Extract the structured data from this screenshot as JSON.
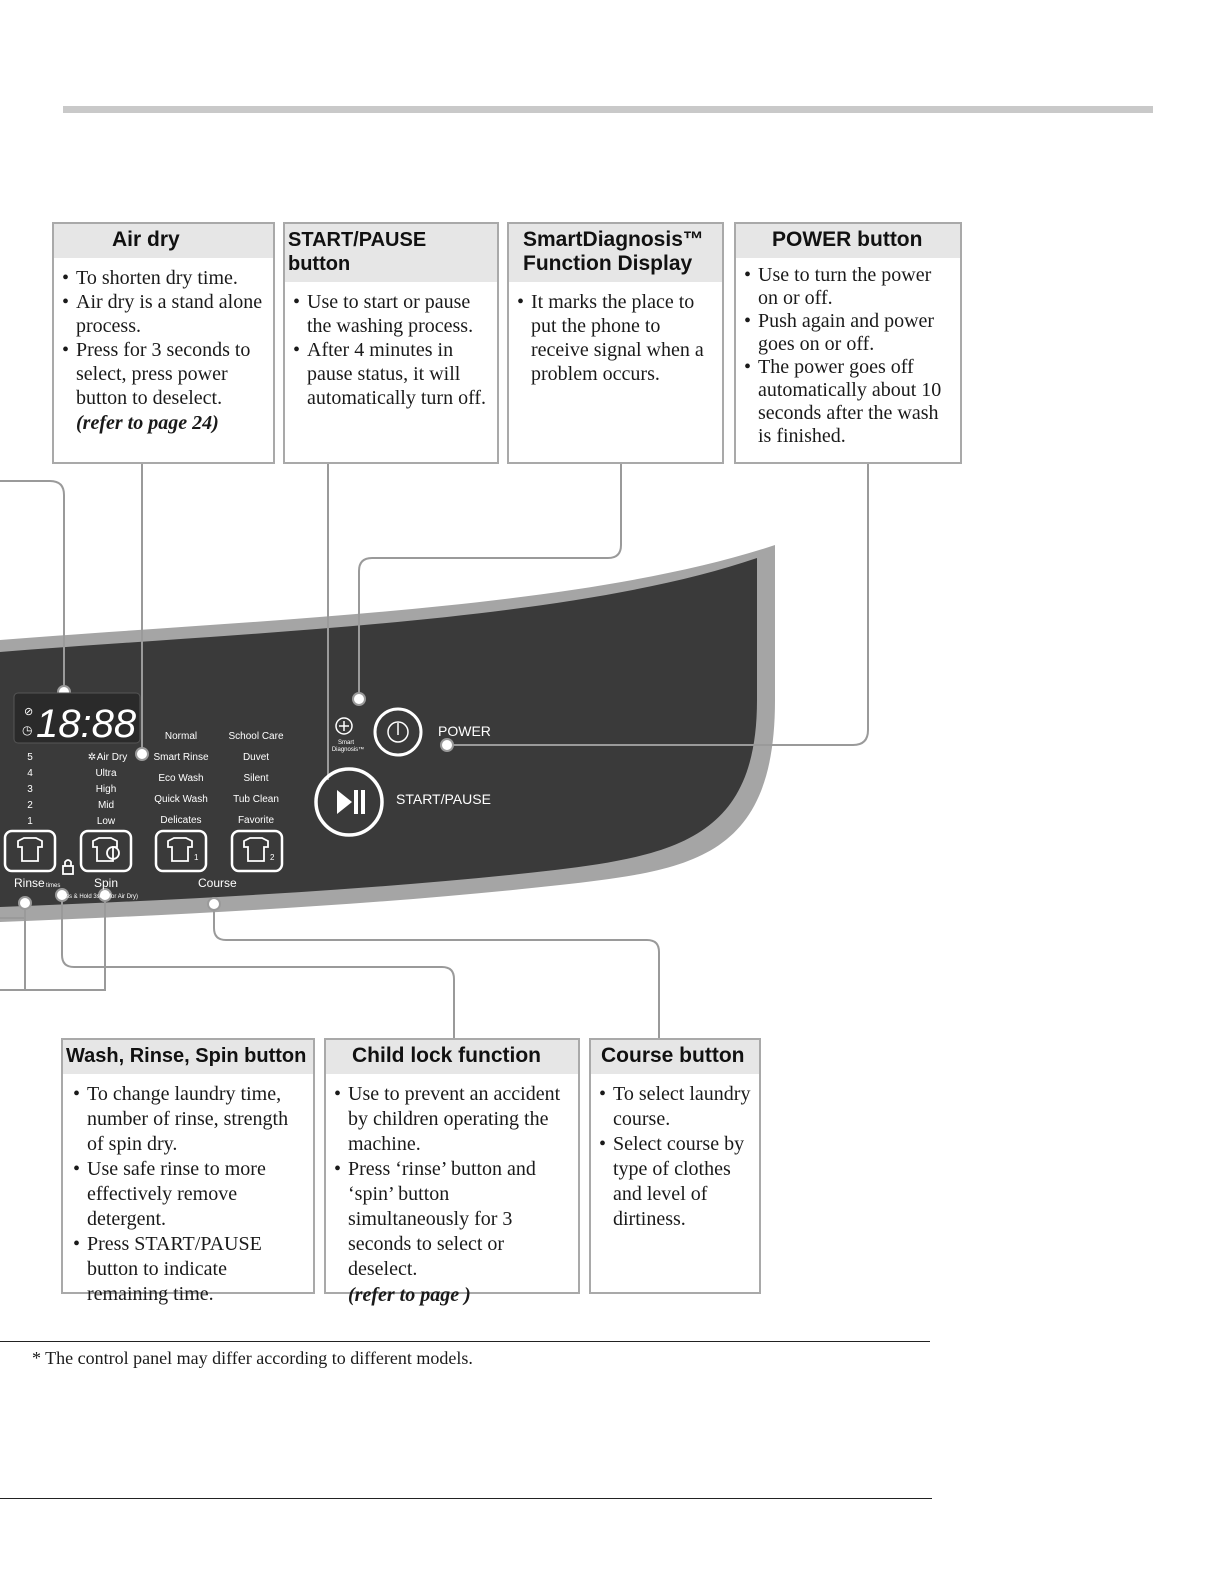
{
  "callouts": {
    "air_dry": {
      "title": "Air dry",
      "items": [
        "To shorten dry time.",
        "Air dry is a stand alone process.",
        "Press for 3 seconds to select, press power button to deselect."
      ],
      "ref": "(refer to page 24)"
    },
    "start_pause": {
      "title": "START/PAUSE button",
      "items": [
        "Use to start or pause the washing process.",
        "After 4 minutes in pause status, it will automatically turn off."
      ]
    },
    "smart_diagnosis": {
      "title_line1": "SmartDiagnosis™",
      "title_line2": "Function Display",
      "items": [
        "It marks the place to put the phone to receive signal when a problem occurs."
      ]
    },
    "power": {
      "title": "POWER button",
      "items": [
        "Use to turn the power on or off.",
        "Push again and power goes on or off.",
        "The power goes off automatically about 10 seconds after the wash is finished."
      ]
    },
    "wash_rinse_spin": {
      "title": "Wash, Rinse, Spin button",
      "items": [
        "To change laundry time, number of rinse, strength of spin dry.",
        "Use safe rinse to more effectively remove detergent.",
        "Press START/PAUSE button  to indicate remaining time."
      ]
    },
    "child_lock": {
      "title": "Child lock function",
      "items": [
        "Use to prevent an accident by children operating the machine.",
        "Press ‘rinse’ button and ‘spin’ button simultaneously for 3 seconds to select or deselect."
      ],
      "ref": "(refer to page     )"
    },
    "course": {
      "title": "Course button",
      "items": [
        "To select laundry course.",
        "Select course by type of clothes and level of dirtiness."
      ]
    }
  },
  "panel": {
    "display": "18:88",
    "rinse_levels": [
      "5",
      "4",
      "3",
      "2",
      "1"
    ],
    "spin_levels": [
      "Air Dry",
      "Ultra",
      "High",
      "Mid",
      "Low"
    ],
    "courses_col1": [
      "Normal",
      "Smart Rinse",
      "Eco Wash",
      "Quick Wash",
      "Delicates"
    ],
    "courses_col2": [
      "School Care",
      "Duvet",
      "Silent",
      "Tub Clean",
      "Favorite"
    ],
    "labels": {
      "rinse": "Rinse",
      "rinse_sub": "times",
      "spin": "Spin",
      "spin_sub": "ss & Hold 3sec. for Air Dry)",
      "course": "Course",
      "power": "POWER",
      "start_pause": "START/PAUSE",
      "smart1": "Smart",
      "smart2": "Diagnosis™"
    }
  },
  "footnote": "* The control panel may differ according to different models."
}
